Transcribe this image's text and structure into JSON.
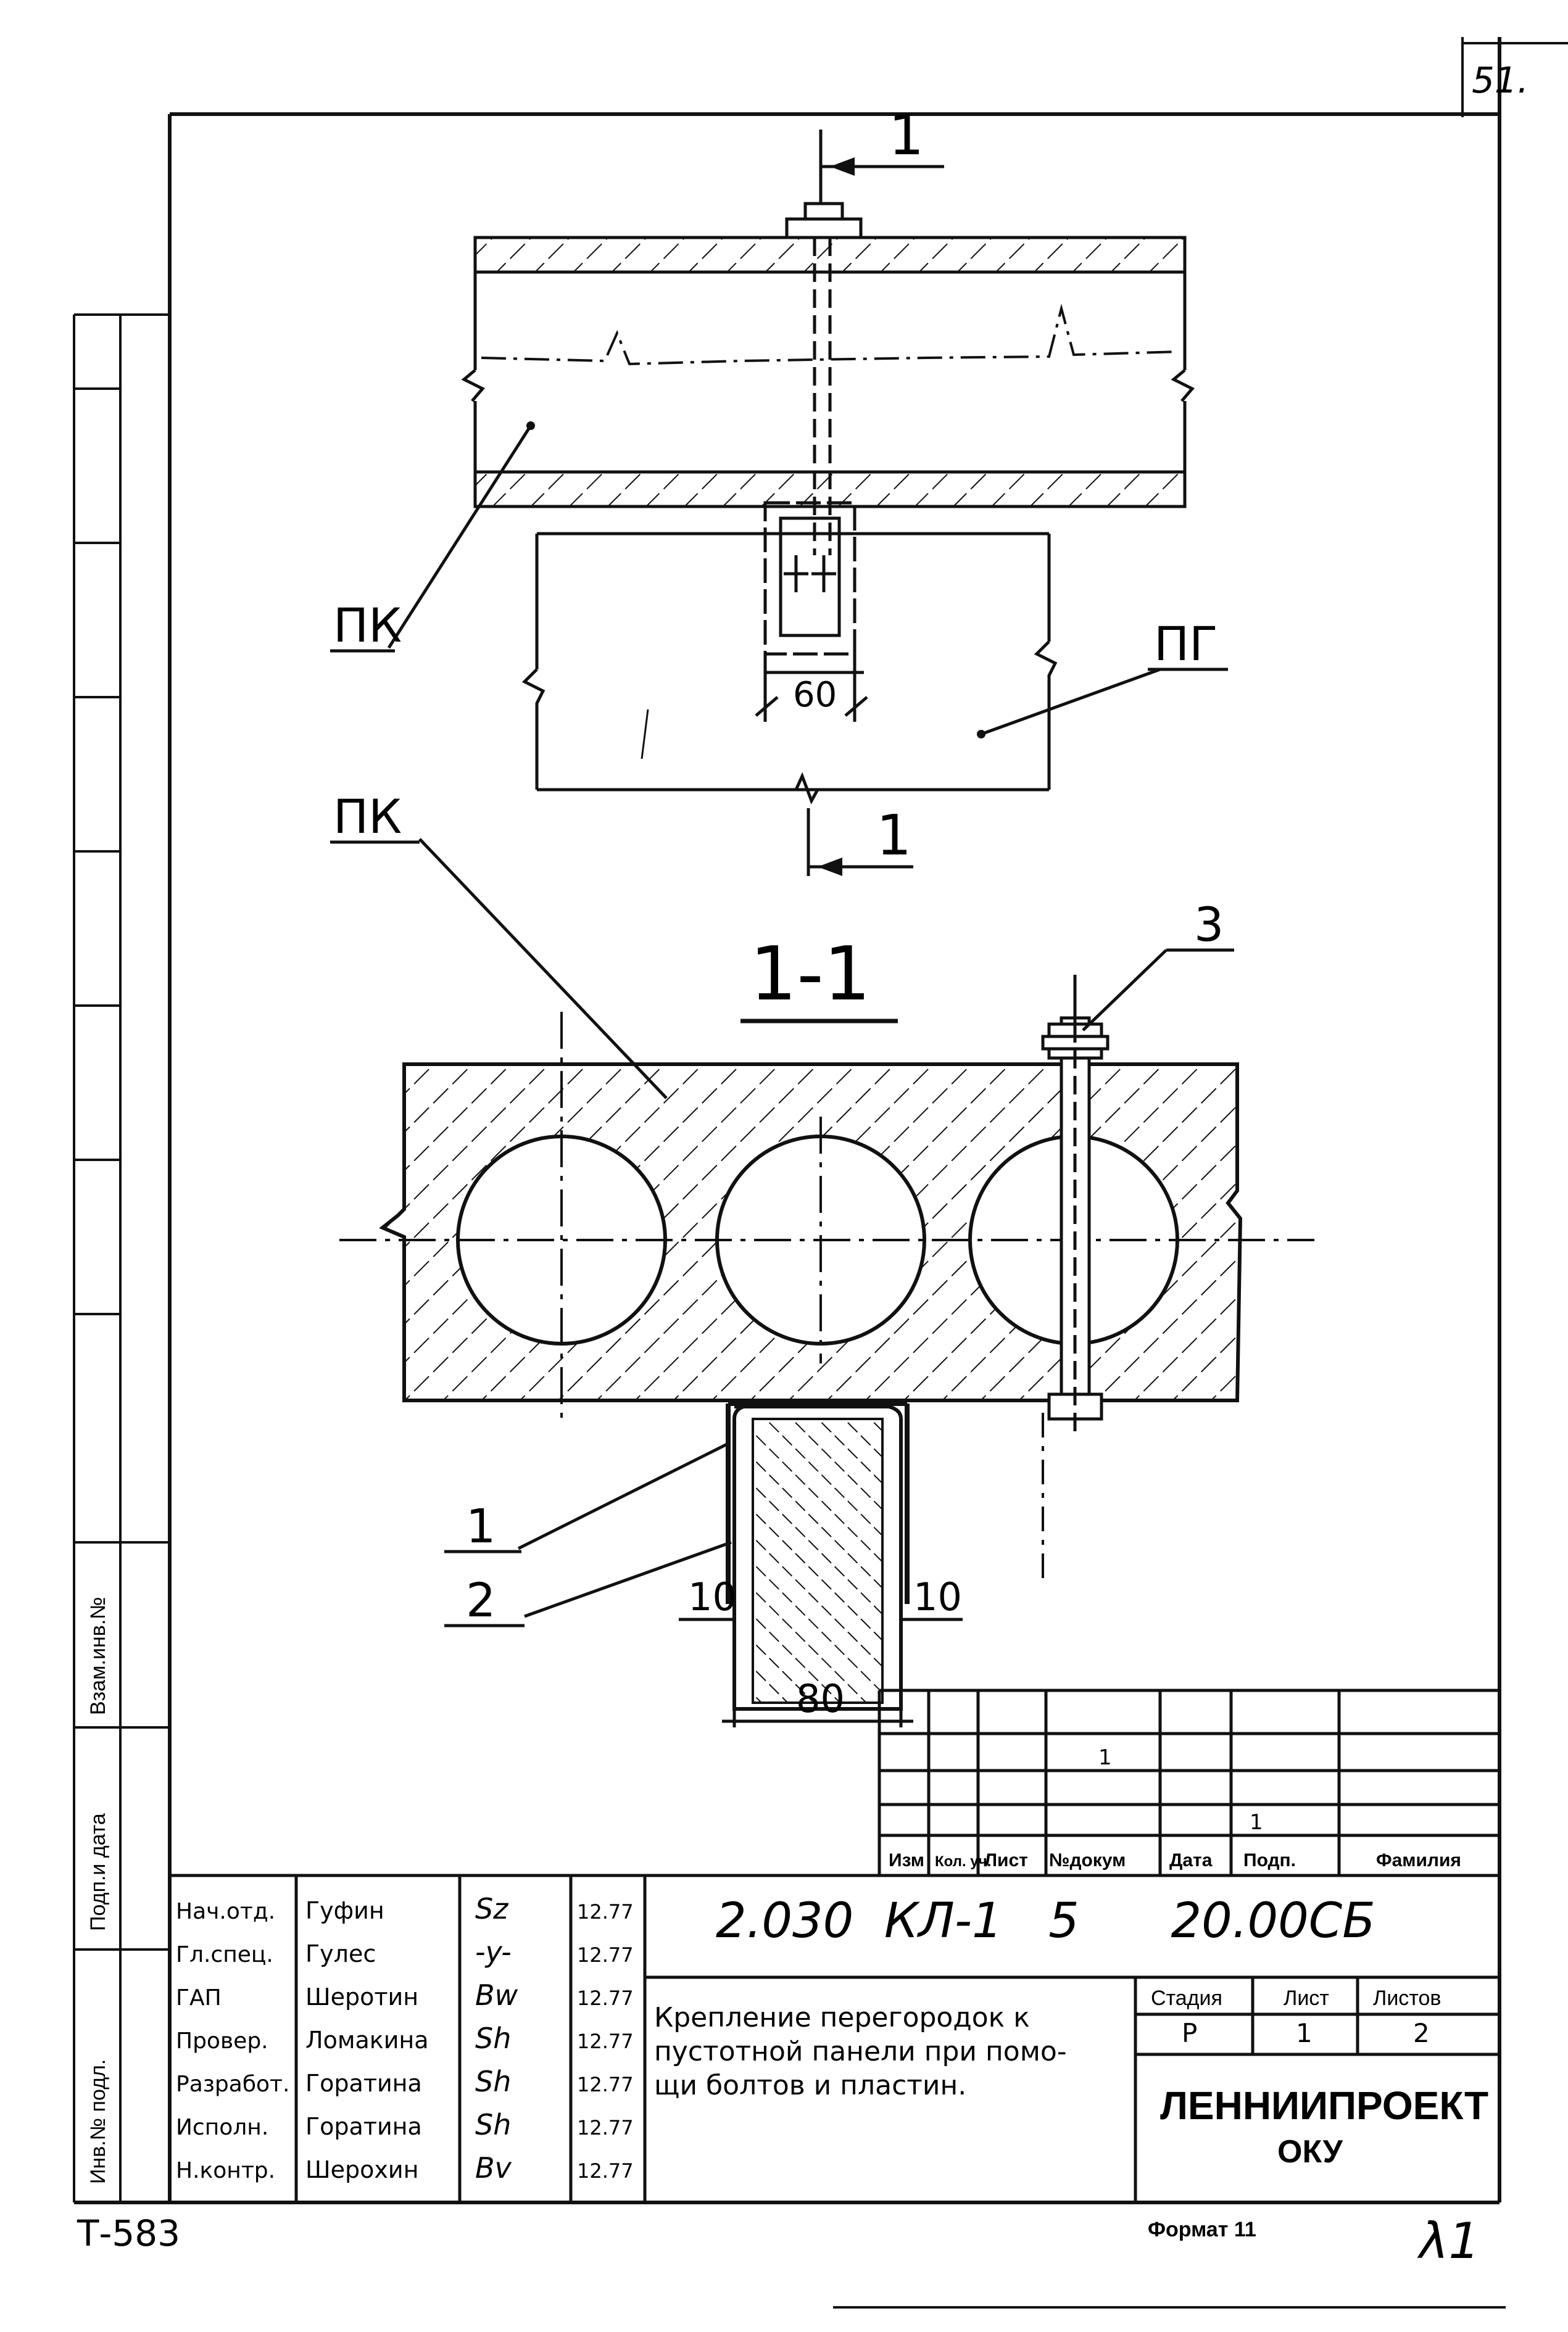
{
  "corner_page_number": "51.",
  "drawing": {
    "plan_labels": {
      "pk": "ПК",
      "pg": "ПГ",
      "dim_60": "60"
    },
    "section_marks": {
      "top": "1",
      "bottom": "1"
    },
    "section_title": "1-1",
    "section_labels": {
      "pk": "ПК",
      "callout_1": "1",
      "callout_2": "2",
      "callout_3": "3",
      "dim_left": "10",
      "dim_right": "10",
      "dim_bottom": "80"
    }
  },
  "left_margin": {
    "stamp_1": "Взам.инв.№",
    "stamp_2": "Подп.и дата",
    "stamp_3": "Инв.№ подл."
  },
  "revision_table": {
    "headers": [
      "Изм",
      "Кол. уч.",
      "Лист",
      "№докум",
      "Дата",
      "Подп.",
      "Фамилия"
    ],
    "marks": [
      "1",
      "1"
    ]
  },
  "signatures": {
    "roles": [
      "Нач.отд.",
      "Гл.спец.",
      "ГАП",
      "Провер.",
      "Разработ.",
      "Исполн.",
      "Н.контр."
    ],
    "names": [
      "Гуфин",
      "Гулес",
      "Шеротин",
      "Ломакина",
      "Горатина",
      "Горатина",
      "Шерохин"
    ],
    "signs": [
      "Sz",
      "-y-",
      "Bw",
      "Sh",
      "Sh",
      "Sh",
      "Bv"
    ],
    "dates": [
      "12.77",
      "12.77",
      "12.77",
      "12.77",
      "12.77",
      "12.77",
      "12.77"
    ]
  },
  "title_block": {
    "code": "2.030  КЛ-1   5      20.00СБ",
    "description": [
      "Крепление перегородок к",
      "пустотной панели при помо-",
      "щи болтов и пластин."
    ],
    "stage_label": "Стадия",
    "sheet_label": "Лист",
    "sheets_label": "Листов",
    "stage": "Р",
    "sheet": "1",
    "sheets": "2",
    "org_line1": "ЛЕННИИПРОЕКТ",
    "org_line2": "ОКУ"
  },
  "footer": {
    "archive": "Т-583",
    "format": "Формат 11",
    "sheet_mark": "λ1"
  }
}
